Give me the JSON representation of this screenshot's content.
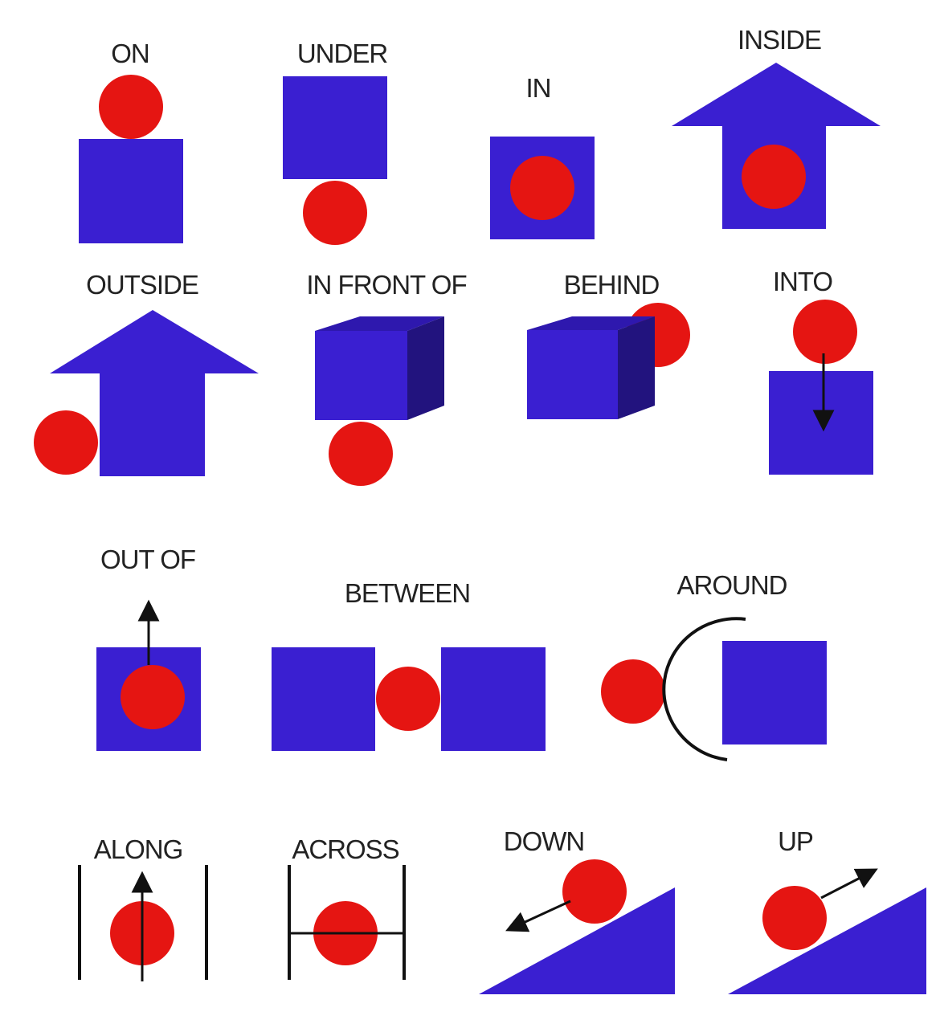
{
  "colors": {
    "shape_blue": "#3a1fd1",
    "shape_blue_dark": "#22137e",
    "shape_blue_top": "#2e18ae",
    "ball_red": "#e51512",
    "line_black": "#111111",
    "background": "#ffffff"
  },
  "labels": {
    "on": "ON",
    "under": "UNDER",
    "in": "IN",
    "inside": "INSIDE",
    "outside": "OUTSIDE",
    "in_front_of": "IN FRONT OF",
    "behind": "BEHIND",
    "into": "INTO",
    "out_of": "OUT OF",
    "between": "BETWEEN",
    "around": "AROUND",
    "along": "ALONG",
    "across": "ACROSS",
    "down": "DOWN",
    "up": "UP"
  }
}
